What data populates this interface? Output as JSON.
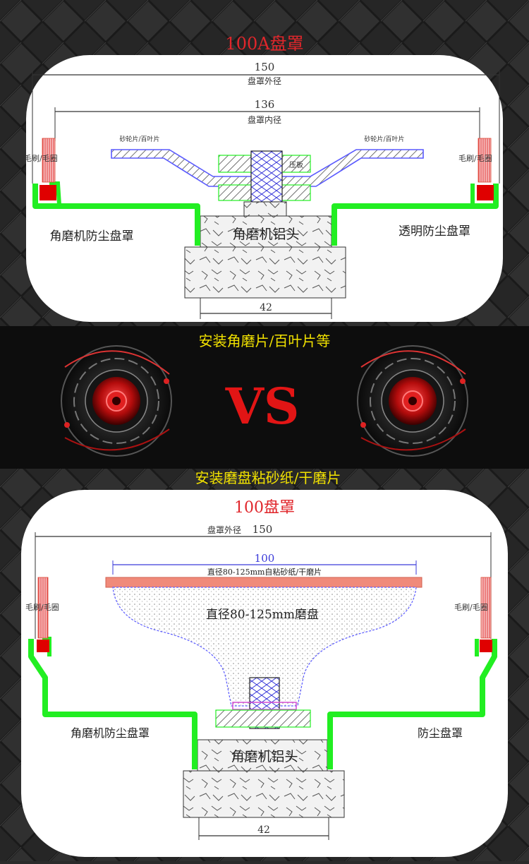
{
  "top_panel": {
    "title": "100A盘罩",
    "outer_dim": "150",
    "outer_label": "盘罩外径",
    "inner_dim": "136",
    "inner_label": "盘罩内径",
    "disc_label_left": "砂轮片/百叶片",
    "disc_label_right": "砂轮片/百叶片",
    "brush_label_left": "毛刷/毛圈",
    "brush_label_right": "毛刷/毛圈",
    "nut_label": "压板",
    "head_label": "角磨机铝头",
    "left_cover_label": "角磨机防尘盘罩",
    "right_cover_label": "透明防尘盘罩",
    "head_dim": "42"
  },
  "banner": {
    "top_caption": "安装角磨片/百叶片等",
    "vs_text": "VS",
    "bottom_caption": "安装磨盘粘砂纸/干磨片"
  },
  "bottom_panel": {
    "title": "100盘罩",
    "outer_label": "盘罩外径",
    "outer_dim": "150",
    "pad_dim": "100",
    "paper_label": "直径80-125mm自粘砂纸/干磨片",
    "pad_label": "直径80-125mm磨盘",
    "brush_label_left": "毛刷/毛圈",
    "brush_label_right": "毛刷/毛圈",
    "head_label": "角磨机铝头",
    "left_cover_label": "角磨机防尘盘罩",
    "right_cover_label": "防尘盘罩",
    "head_dim": "42"
  },
  "colors": {
    "title_red": "#e0262b",
    "caption_yellow": "#f2e200",
    "cover_green": "#22ee22",
    "disc_blue": "#5a5aff",
    "vs_red": "#e21515",
    "pad_salmon": "#f08a7a"
  }
}
